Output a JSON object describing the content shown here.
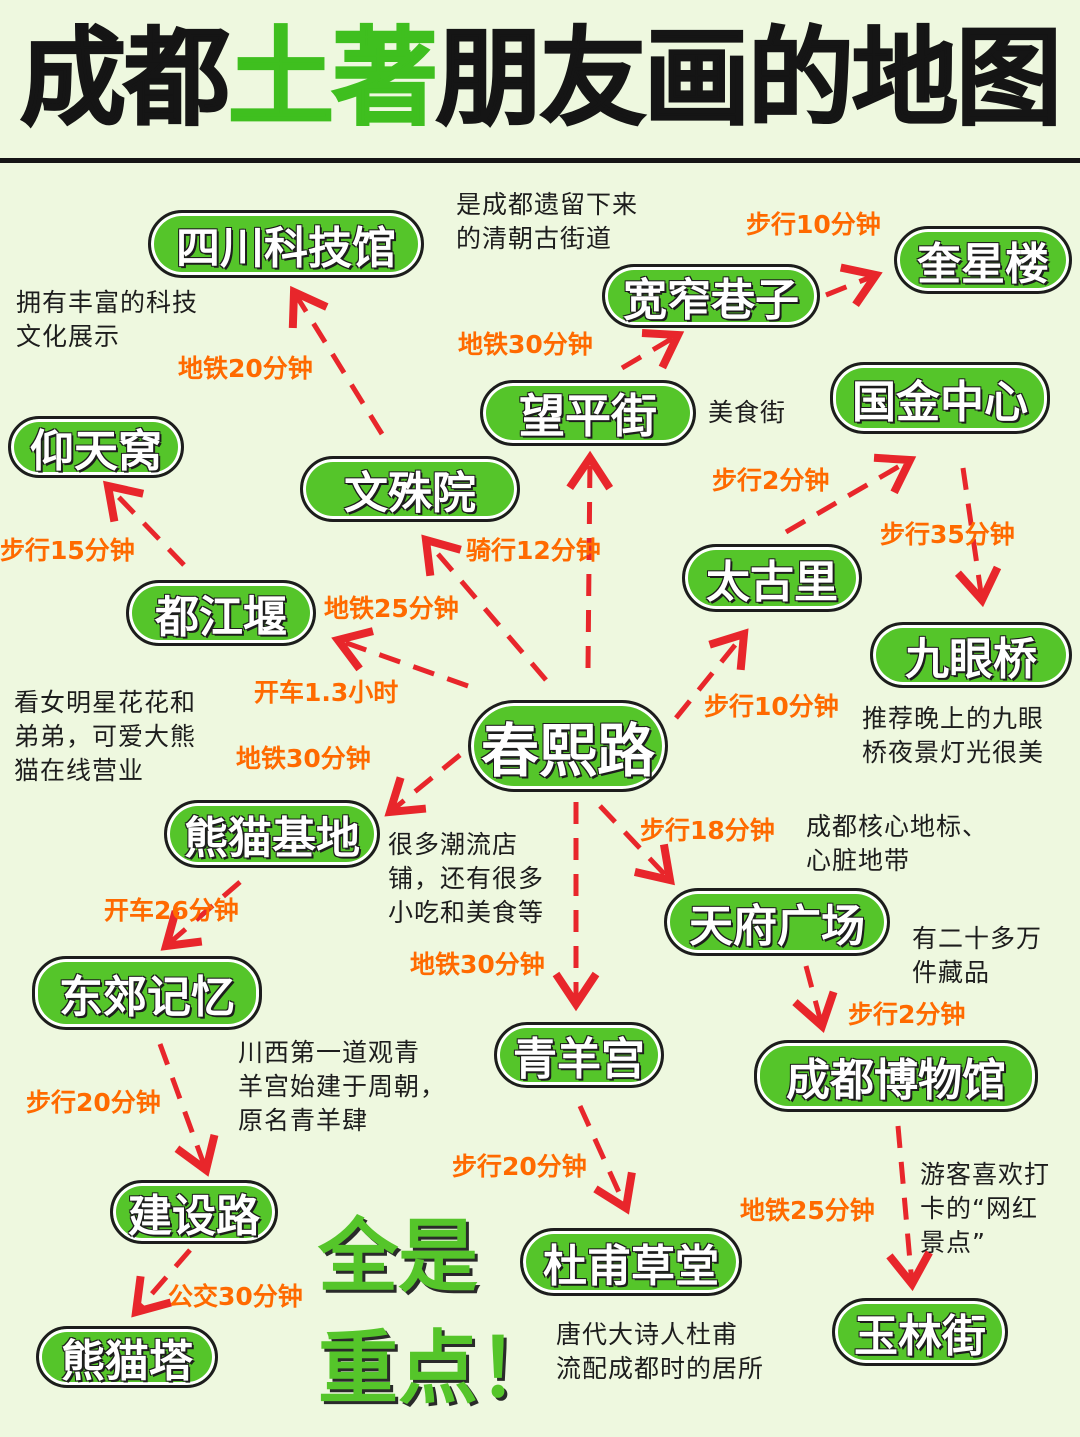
{
  "title": {
    "part1": "成都",
    "highlight": "土著",
    "part2": "朋友画的地图"
  },
  "nodes": {
    "sichuan_science_museum": "四川科技馆",
    "kuizhai_alley": "宽窄巷子",
    "kuixing_tower": "奎星楼",
    "wangping_street": "望平街",
    "ifs": "国金中心",
    "yangtianwo": "仰天窝",
    "wenshu_temple": "文殊院",
    "taikoo_li": "太古里",
    "dujiangyan": "都江堰",
    "jiuyan_bridge": "九眼桥",
    "chunxi_road": "春熙路",
    "panda_base": "熊猫基地",
    "tianfu_square": "天府广场",
    "dongjiao_memory": "东郊记忆",
    "qingyang_palace": "青羊宫",
    "chengdu_museum": "成都博物馆",
    "jianshe_road": "建设路",
    "dufu_cottage": "杜甫草堂",
    "panda_tower": "熊猫塔",
    "yulin_street": "玉林街"
  },
  "routes": {
    "to_kuixing": "步行10分钟",
    "to_kuanzhai": "地铁30分钟",
    "to_science": "地铁20分钟",
    "to_ifs": "步行2分钟",
    "to_jiuyan": "步行35分钟",
    "to_yangtianwo": "步行15分钟",
    "to_wenshu": "骑行12分钟",
    "to_dujiangyan_metro": "地铁25分钟",
    "to_dujiangyan_car": "开车1.3小时",
    "to_taikoo": "步行10分钟",
    "to_panda": "地铁30分钟",
    "to_tianfu": "步行18分钟",
    "to_dongjiao": "开车26分钟",
    "to_qingyang": "地铁30分钟",
    "to_museum": "步行2分钟",
    "to_jianshe": "步行20分钟",
    "to_dufu": "步行20分钟",
    "to_yulin": "地铁25分钟",
    "to_panda_tower": "公交30分钟"
  },
  "notes": {
    "kuanzhai": "是成都遗留下来\n的清朝古街道",
    "science": "拥有丰富的科技\n文化展示",
    "wangping": "美食街",
    "panda": "看女明星花花和\n弟弟，可爱大熊\n猫在线营业",
    "jiuyan": "推荐晚上的九眼\n桥夜景灯光很美",
    "chunxi": "很多潮流店\n铺，还有很多\n小吃和美食等",
    "tianfu": "成都核心地标、\n心脏地带",
    "museum": "有二十多万\n件藏品",
    "qingyang": "川西第一道观青\n羊宫始建于周朝，\n原名青羊肆",
    "yulin": "游客喜欢打\n卡的“网红\n景点”",
    "dufu": "唐代大诗人杜甫\n流配成都时的居所"
  },
  "slogan": {
    "line1": "全是",
    "line2": "重点！"
  },
  "colors": {
    "node_fill": "#55c52a",
    "route_label": "#ff6a00",
    "arrow": "#e8262b",
    "background": "#eef8df"
  }
}
